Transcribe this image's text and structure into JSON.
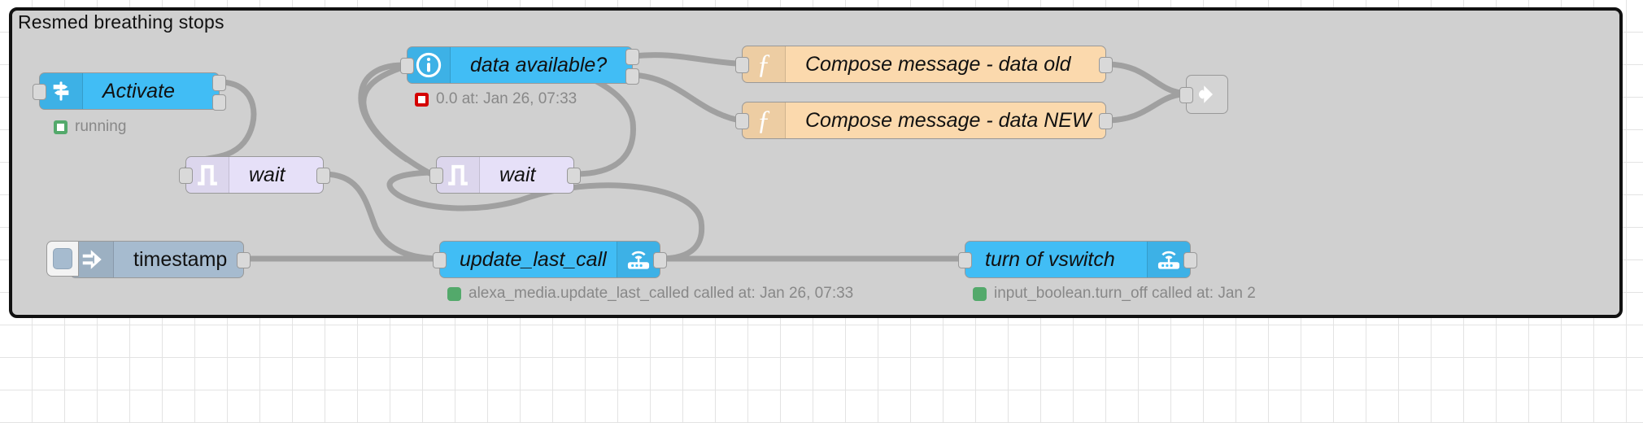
{
  "group": {
    "title": "Resmed breathing stops"
  },
  "nodes": {
    "activate": {
      "label": "Activate",
      "icon": "signpost-icon",
      "status": "running"
    },
    "data_avail": {
      "label": "data available?",
      "icon": "info-circle-icon",
      "status": "0.0 at: Jan 26, 07:33"
    },
    "wait1": {
      "label": "wait",
      "icon": "pulse-icon"
    },
    "wait2": {
      "label": "wait",
      "icon": "pulse-icon"
    },
    "fn_old": {
      "label": "Compose message - data old",
      "icon": "function-icon"
    },
    "fn_new": {
      "label": "Compose message - data NEW",
      "icon": "function-icon"
    },
    "link_call": {
      "label": "",
      "icon": "link-call-icon"
    },
    "timestamp": {
      "label": "timestamp",
      "icon": "inject-arrow-icon"
    },
    "update_last_call": {
      "label": "update_last_call",
      "icon": "router-wifi-icon",
      "status": "alexa_media.update_last_called called at: Jan 26, 07:33"
    },
    "turn_off_vswitch": {
      "label": "turn of vswitch",
      "icon": "router-wifi-icon",
      "status": "input_boolean.turn_off called at: Jan 2"
    }
  },
  "colors": {
    "home_assistant": "#41bdf5",
    "function": "#fbd9ad",
    "delay": "#e6e0f8",
    "inject": "#a6bbcf",
    "group_background": "#d0d0d0",
    "group_border": "#111111",
    "wire": "#a0a0a0",
    "status_ok": "#53a96b",
    "status_error": "#d40000"
  }
}
